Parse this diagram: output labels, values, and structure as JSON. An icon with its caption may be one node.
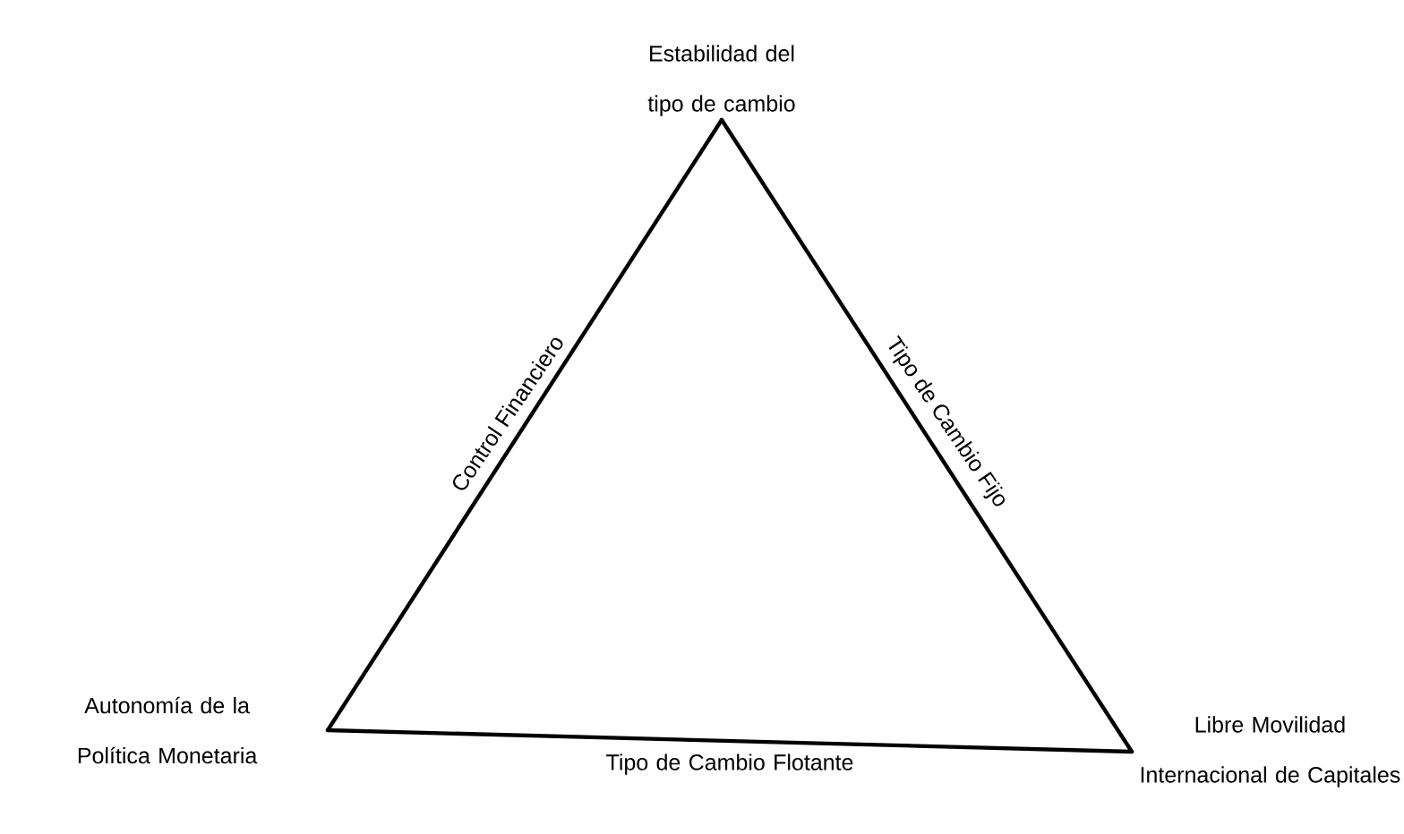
{
  "diagram": {
    "nodes": [
      {
        "text": [
          "Estabilidad del tipo de cambio"
        ]
      },
      {
        "text": [
          "Autonomía de la Política Monetaria"
        ]
      },
      {
        "text": [
          "Libre Movilidad Internacional de Capitales"
        ]
      }
    ],
    "edges": [
      {
        "from": 0,
        "to": 1,
        "arrow": "none",
        "label": "Control Financiero"
      },
      {
        "from": 0,
        "to": 2,
        "arrow": "none",
        "label": "Tipo de Cambio Fijo"
      },
      {
        "from": 1,
        "to": 2,
        "arrow": "none",
        "label": "Tipo de Cambio Flotante"
      }
    ]
  }
}
